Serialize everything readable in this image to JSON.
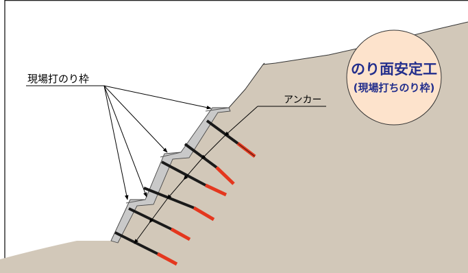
{
  "labels": {
    "frame": "現場打のり枠",
    "anchor": "アンカー"
  },
  "badge": {
    "title": "のり面安定工",
    "subtitle": "(現場打ちのり枠)"
  },
  "colors": {
    "ground": "#d2c8b9",
    "frame": "#c9c9c9",
    "tendon": "#1a1a1a",
    "anchor_tip": "#e4371e",
    "badge_fill": "#fde3cc",
    "badge_text": "#222e8c"
  }
}
